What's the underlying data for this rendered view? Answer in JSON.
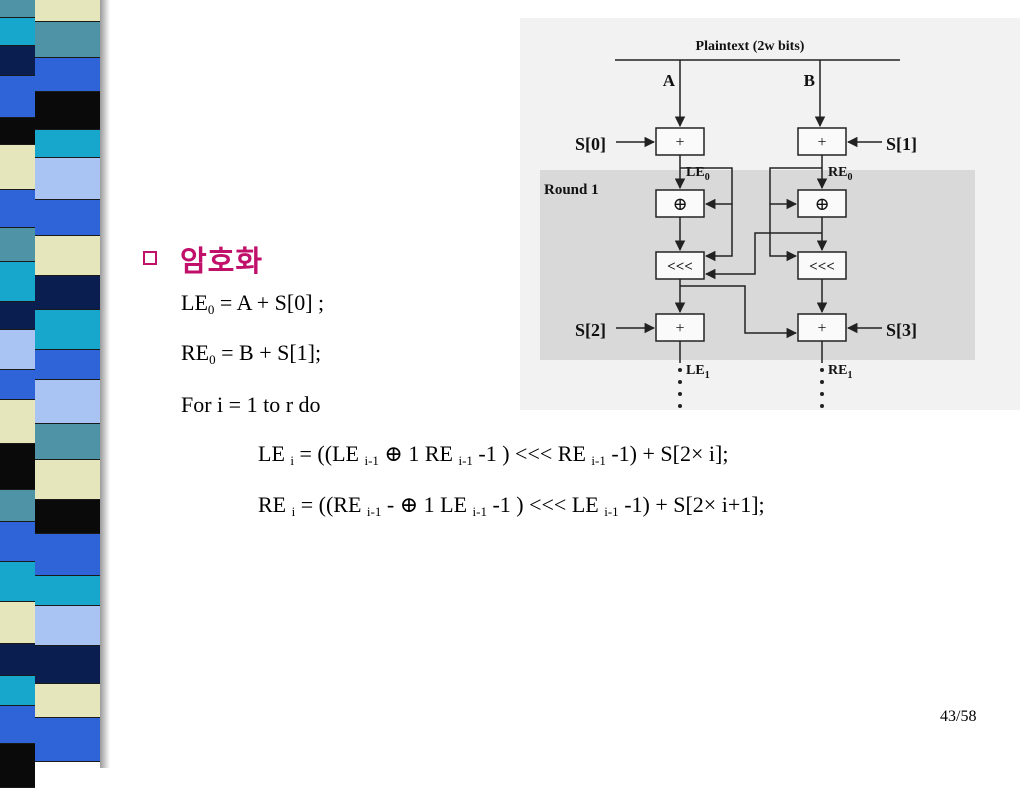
{
  "slide": {
    "heading": "암호화",
    "page_number": "43/58"
  },
  "lines": {
    "l1": {
      "a": "LE",
      "a_sub": "0",
      "rest": " = A + S[0] ;"
    },
    "l2": {
      "a": "RE",
      "a_sub": "0",
      "rest": " = B + S[1];"
    },
    "l3": {
      "text": "For i = 1 to r do"
    },
    "l4": {
      "p1": "LE ",
      "s1": "i",
      "p2": " = ((LE ",
      "s2": "i-1",
      "p3": " ⊕ 1 RE ",
      "s3": "i-1",
      "p4": " -1  ) <<< RE ",
      "s4": "i-1",
      "p5": " -1)  + S[2× i];"
    },
    "l5": {
      "p1": "RE ",
      "s1": "i",
      "p2": " =  ((RE ",
      "s2": "i-1",
      "p3": " - ⊕ 1 LE ",
      "s3": "i-1",
      "p4": " -1  ) <<< LE ",
      "s4": "i-1",
      "p5": " -1)  + S[2× i+1];"
    }
  },
  "diagram": {
    "plaintext": "Plaintext (2w bits)",
    "a": "A",
    "b": "B",
    "s0": "S[0]",
    "s1": "S[1]",
    "s2": "S[2]",
    "s3": "S[3]",
    "round": "Round 1",
    "le0": "LE",
    "re0": "RE",
    "le1": "LE",
    "re1": "RE",
    "sub0": "0",
    "sub1": "1",
    "plus": "+",
    "xor": "⊕",
    "rot": "<<<"
  },
  "colors": {
    "accent": "#c0106a",
    "strip_blue": "#2f63d8",
    "strip_teal": "#4e93a6",
    "strip_cyan": "#17a6cc",
    "strip_cream": "#e6e6bd",
    "strip_light": "#a9c4f2",
    "strip_navy": "#0b1e50",
    "strip_black": "#0a0a0a"
  }
}
